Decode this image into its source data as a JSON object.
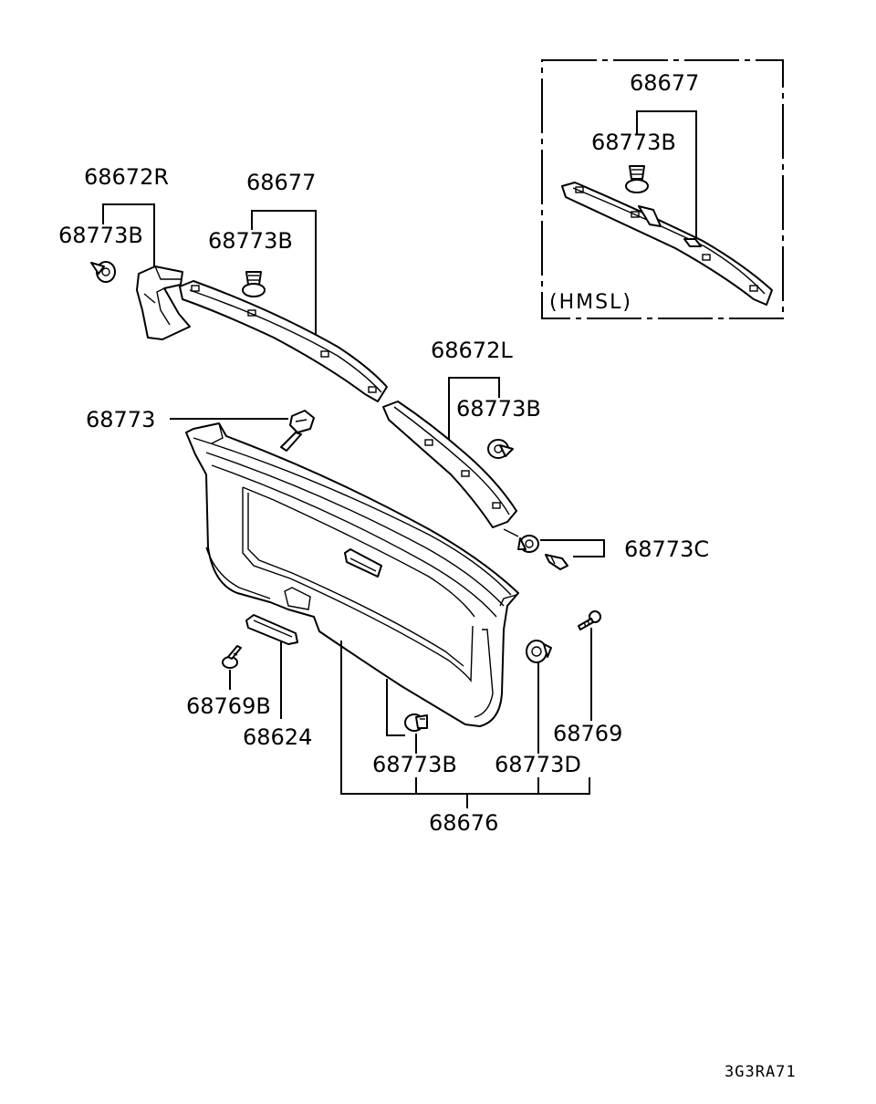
{
  "diagram": {
    "code": "3G3RA71",
    "inset": {
      "caption": "(HMSL)",
      "labels": {
        "trim": "68677",
        "clip": "68773B"
      }
    },
    "labels": {
      "pillar_r": "68672R",
      "pillar_r_clip": "68773B",
      "upper_trim": "68677",
      "upper_trim_clip": "68773B",
      "pillar_l": "68672L",
      "pillar_l_clip": "68773B",
      "top_fastener": "68773",
      "clip_c": "68773C",
      "screw_b": "68769B",
      "handle": "68624",
      "lower_clip_b": "68773B",
      "clip_d": "68773D",
      "screw": "68769",
      "door_trim": "68676"
    }
  }
}
